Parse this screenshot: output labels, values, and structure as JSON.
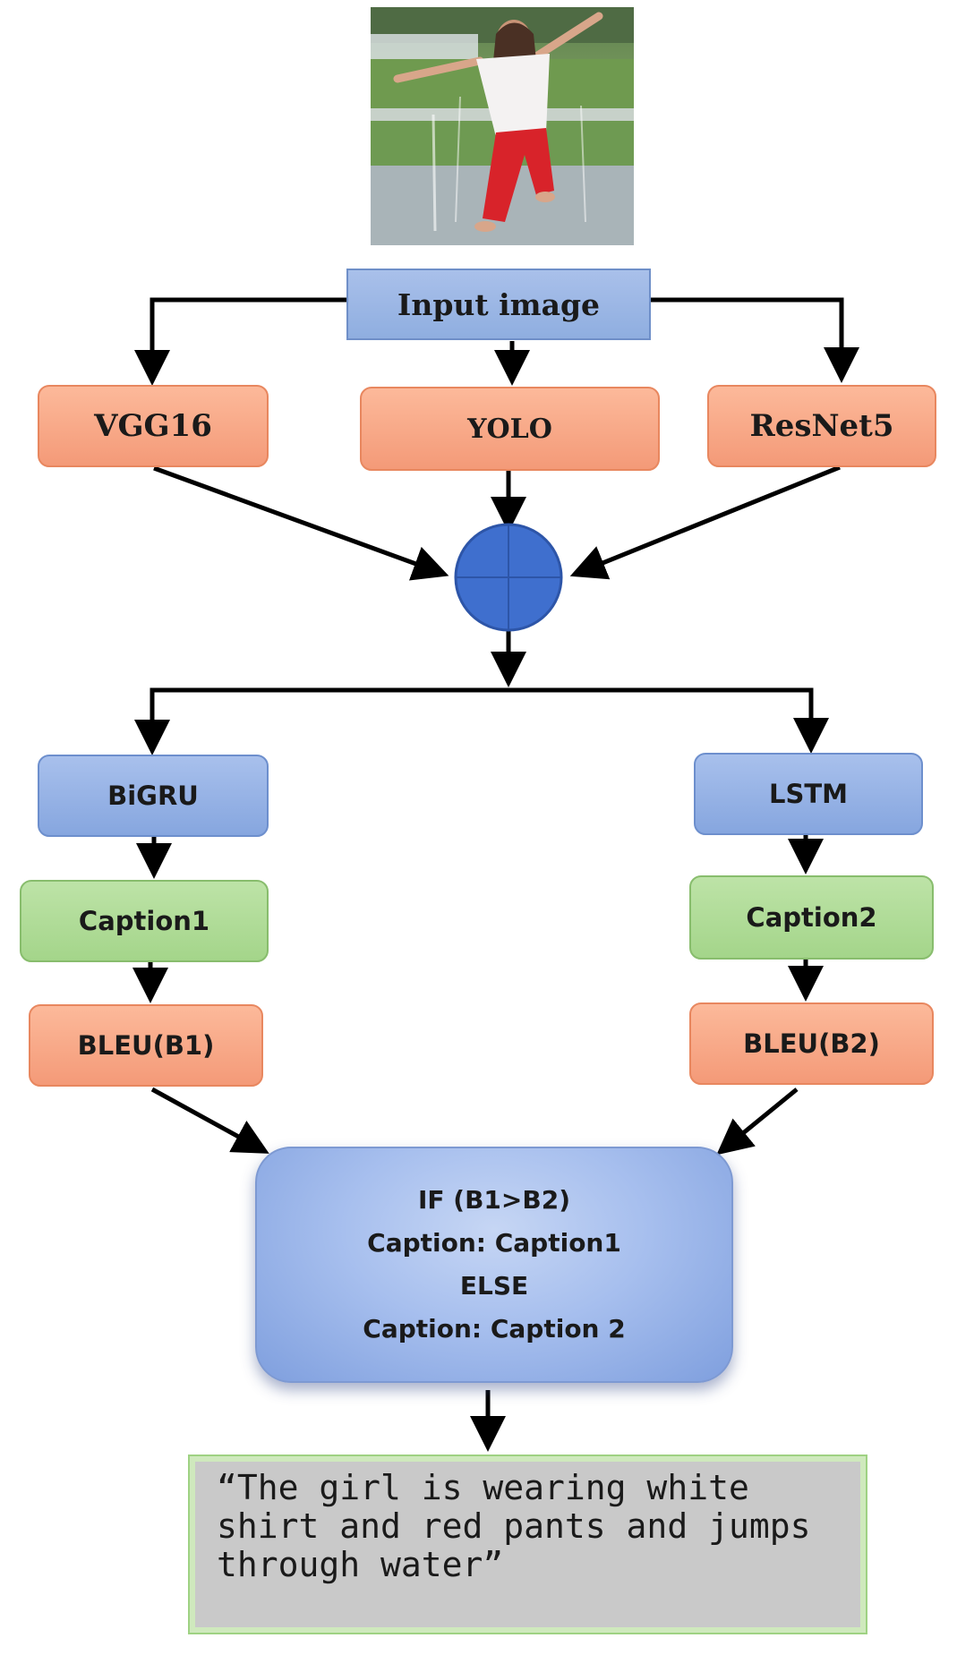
{
  "nodes": {
    "input": "Input image",
    "vgg16": "VGG16",
    "yolo": "YOLO",
    "resnet": "ResNet5",
    "bigru": "BiGRU",
    "lstm": "LSTM",
    "caption1": "Caption1",
    "caption2": "Caption2",
    "bleu1": "BLEU(B1)",
    "bleu2": "BLEU(B2)"
  },
  "decision": {
    "line1": "IF (B1>B2)",
    "line2": "Caption: Caption1",
    "line3": "ELSE",
    "line4": "Caption: Caption 2"
  },
  "output_caption": "“The girl is wearing white shirt and red pants and jumps through water”",
  "colors": {
    "blue_node": "#8faee0",
    "orange_node": "#f49a78",
    "green_node": "#a4d58a",
    "fusion_circle": "#3f6fce",
    "output_box": "#c9c9c9"
  }
}
